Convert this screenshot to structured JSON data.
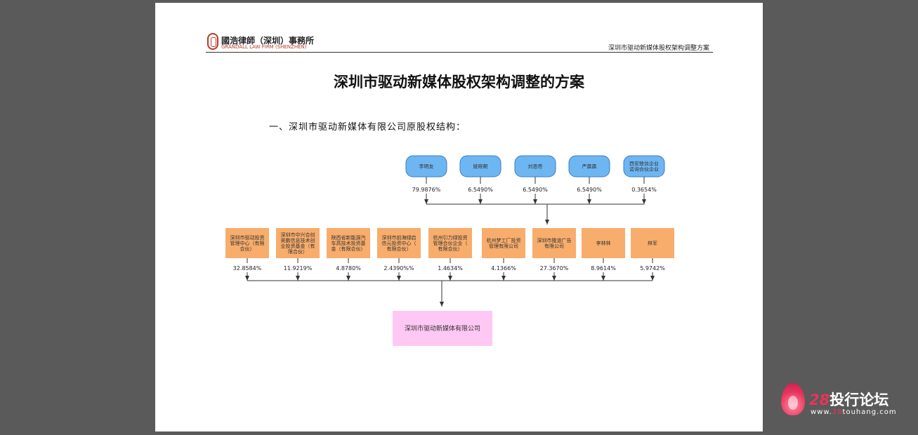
{
  "header": {
    "firm_name_cn": "國浩律師（深圳）事務所",
    "firm_name_en": "GRANDALL LAW FIRM (SHENZHEN)",
    "doc_title_small": "深圳市驱动新媒体股权架构调整方案"
  },
  "document": {
    "title": "深圳市驱动新媒体股权架构调整的方案",
    "section_heading": "一、深圳市驱动新媒体有限公司原股权结构："
  },
  "colors": {
    "top_node_fill": "#6eb6f2",
    "top_node_stroke": "#3a7cc4",
    "mid_node_fill": "#f8ad6c",
    "bottom_node_fill": "#ffc8f4",
    "line": "#333333"
  },
  "chart": {
    "top_holders": [
      {
        "name": "李明友",
        "pct": "79.9876%"
      },
      {
        "name": "姚晓朝",
        "pct": "6.5490%"
      },
      {
        "name": "刘恩奇",
        "pct": "6.5490%"
      },
      {
        "name": "严晨晨",
        "pct": "6.5490%"
      },
      {
        "name": "西安致信企业咨询合伙企业",
        "pct": "0.3654%"
      }
    ],
    "mid_holders": [
      {
        "name": "深圳市驱动投资管理中心（有限合伙）",
        "pct": "32.8584%"
      },
      {
        "name": "深圳市中兴合创昊鹏信息技术创业投资基金（有限合伙）",
        "pct": "11.9219%"
      },
      {
        "name": "陕西省新能源汽车高技术投资基金（有限合伙）",
        "pct": "4.8780%"
      },
      {
        "name": "深圳市前海绿启信元投资中心（有限合伙）",
        "pct": "2.4390%%"
      },
      {
        "name": "杭州引力绿投资管理合伙企业（有限合伙）",
        "pct": "1.4634%"
      },
      {
        "name": "杭州梦工厂投资管理有限公司",
        "pct": "4.1366%"
      },
      {
        "name": "深圳市隆道广告有限公司",
        "pct": "27.3670%"
      },
      {
        "name": "李林林",
        "pct": "8.9614%"
      },
      {
        "name": "林军",
        "pct": "5.9742%"
      }
    ],
    "target": {
      "name": "深圳市驱动新媒体有限公司"
    }
  },
  "watermark": {
    "number": "28",
    "site_name": "投行论坛",
    "url_prefix": "www.",
    "url_highlight": "28",
    "url_suffix": "touhang.com"
  }
}
